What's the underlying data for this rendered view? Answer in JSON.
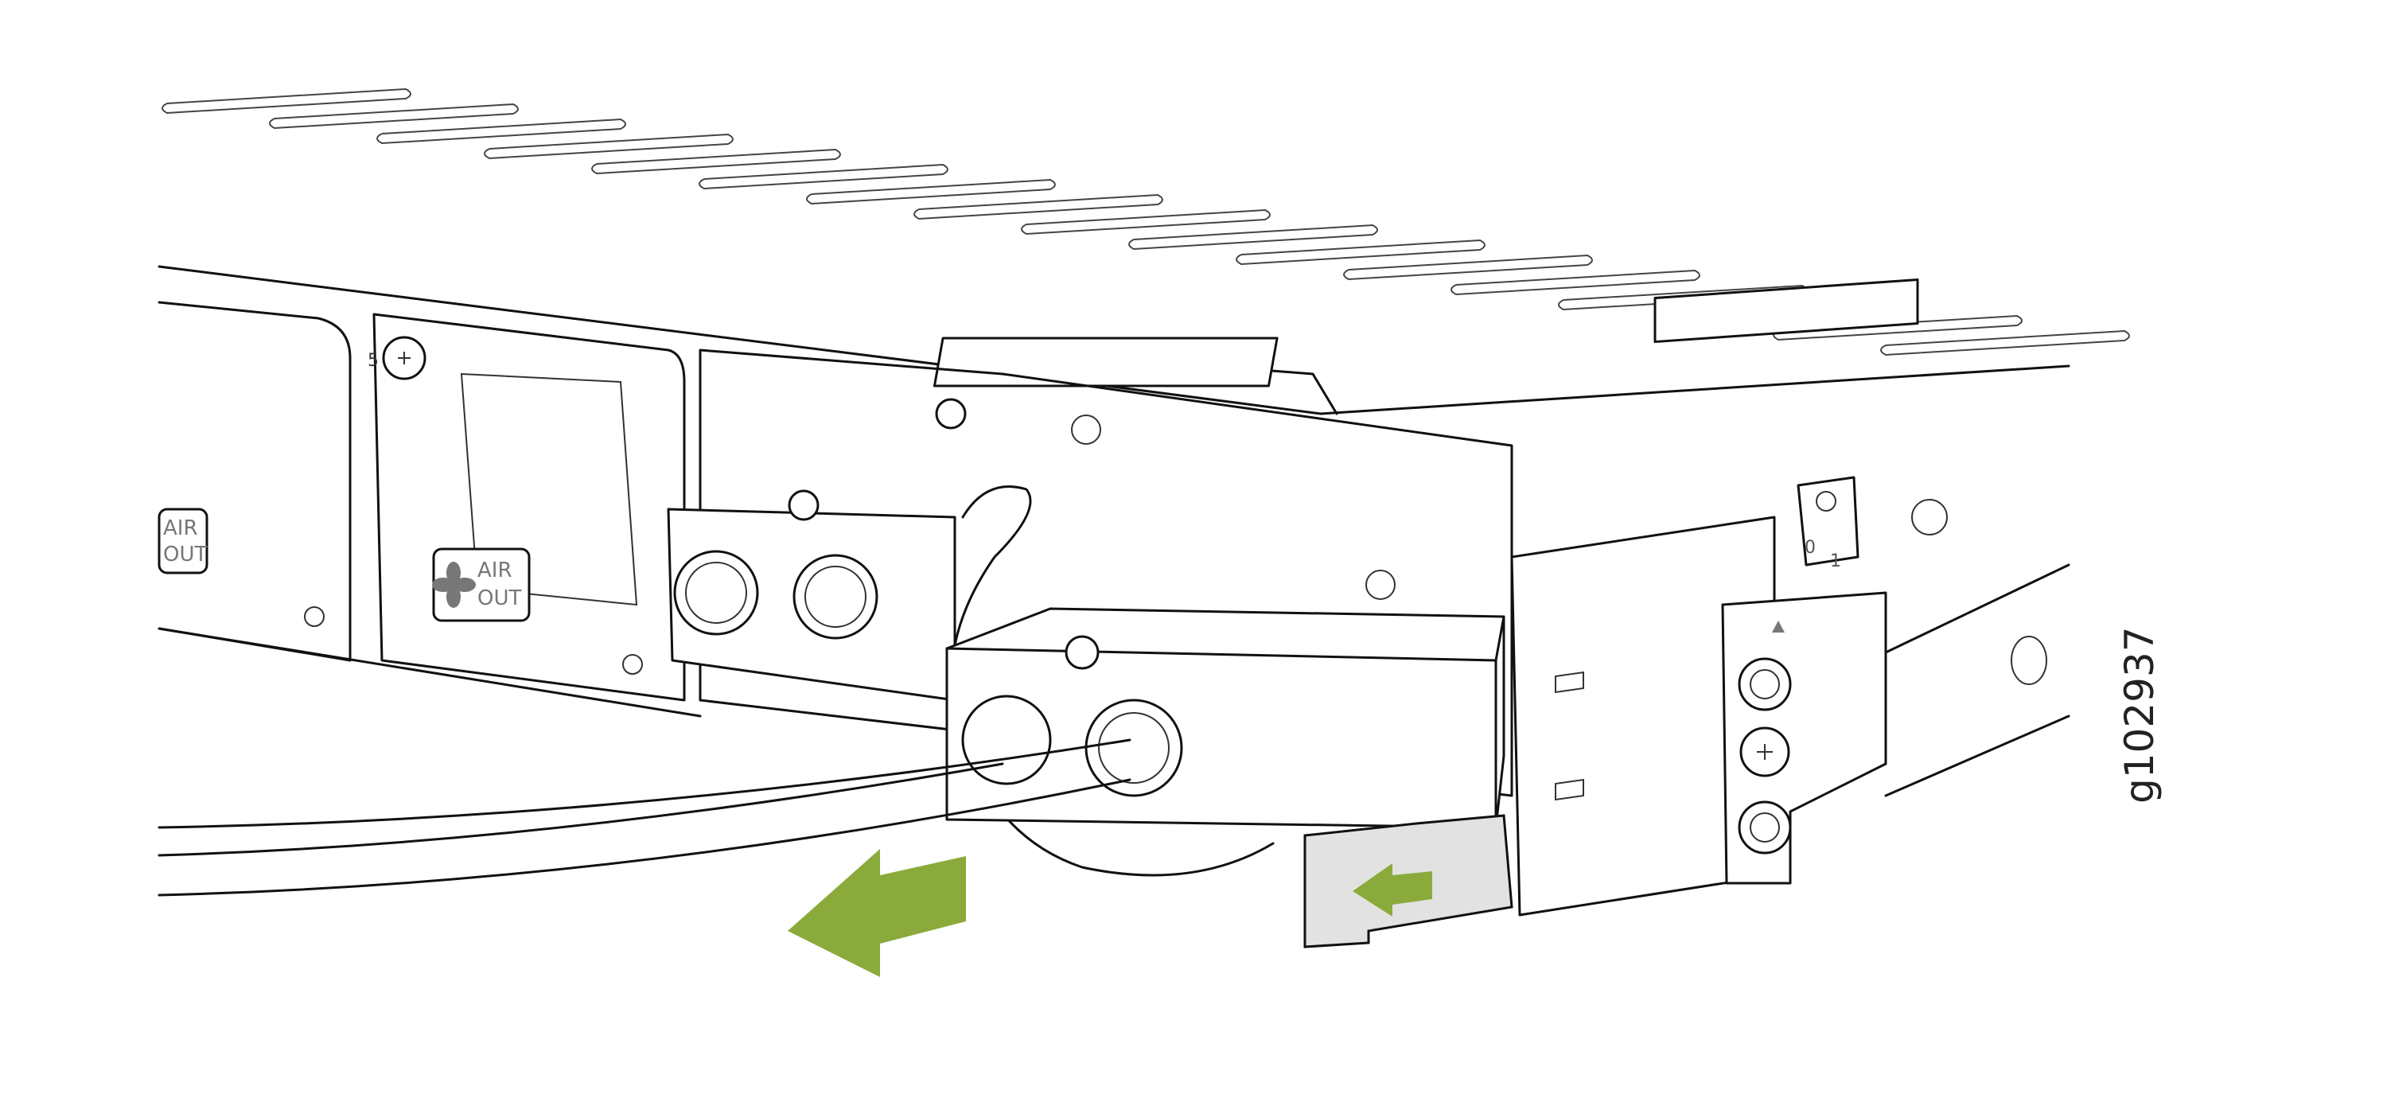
{
  "figure": {
    "id": "g102937",
    "colors": {
      "arrow": "#8aab3c",
      "latch": "#e2e2e2",
      "line": "#111111"
    }
  },
  "fan_modules": [
    {
      "label_line1": "AIR",
      "label_line2": "OUT"
    },
    {
      "label_line1": "AIR",
      "label_line2": "OUT",
      "slot_number": "5"
    }
  ],
  "power_switch": {
    "off_label": "0",
    "on_label": "1"
  },
  "arrows": [
    {
      "name": "pull-direction",
      "direction": "left"
    },
    {
      "name": "press-latch",
      "direction": "left"
    }
  ]
}
